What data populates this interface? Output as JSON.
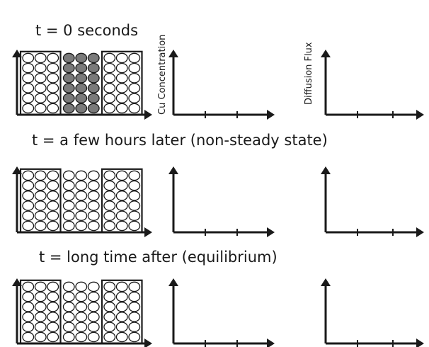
{
  "rows": [
    {
      "label": "t = 0 seconds",
      "block": {
        "left_cols": 3,
        "middle_cols": 3,
        "right_cols": 3,
        "rows": 6,
        "middle_state": "dark"
      }
    },
    {
      "label": "t = a few hours later (non-steady state)",
      "block": {
        "left_cols": 3,
        "middle_cols": 3,
        "right_cols": 3,
        "rows": 6,
        "middle_state": "light"
      }
    },
    {
      "label": "t = long time after (equilibrium)",
      "block": {
        "left_cols": 3,
        "middle_cols": 3,
        "right_cols": 3,
        "rows": 6,
        "middle_state": "light"
      }
    }
  ],
  "axes": {
    "concentration_label": "Cu Concentration",
    "flux_label": "Diffusion Flux"
  },
  "colors": {
    "ink": "#1a1a1a",
    "atom_fill": "#ffffff",
    "cu_atom_fill": "#7a7a7a"
  }
}
